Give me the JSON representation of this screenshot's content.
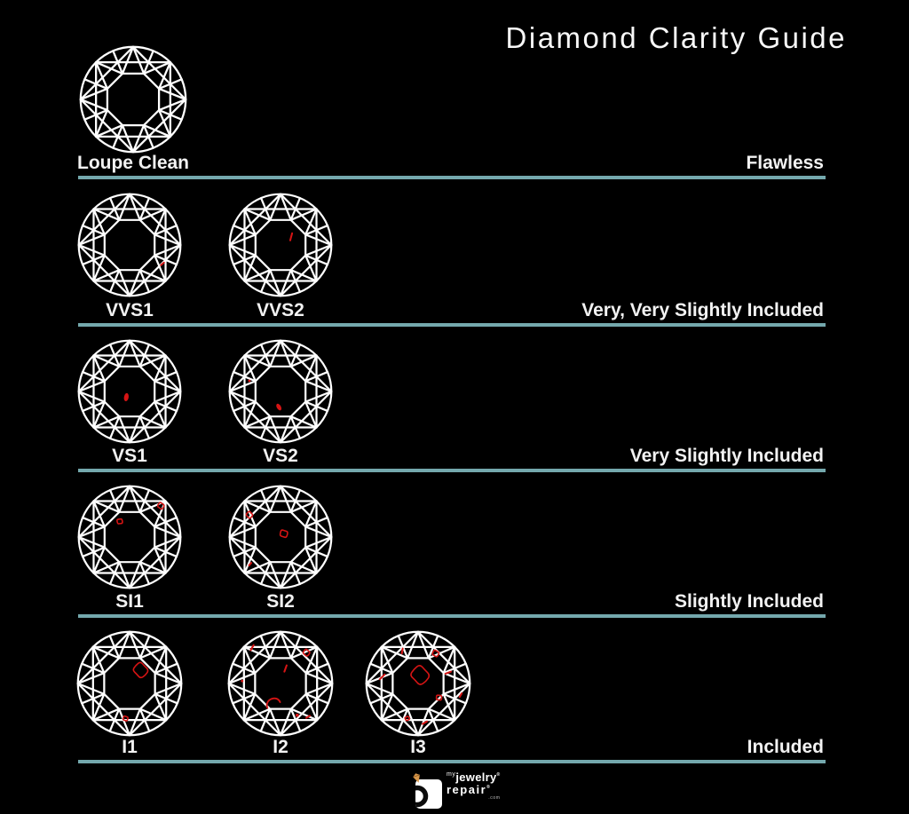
{
  "title": "Diamond Clarity Guide",
  "colors": {
    "background": "#000000",
    "rule": "#74a8ad",
    "diamond_stroke": "#ffffff",
    "inclusion": "#d61414",
    "text": "#f2f2f2",
    "logo_accent": "#d8974a"
  },
  "rows": [
    {
      "category": "Flawless",
      "diamonds": [
        {
          "grade": "Loupe Clean",
          "inclusions": []
        }
      ]
    },
    {
      "category": "Very, Very Slightly Included",
      "diamonds": [
        {
          "grade": "VVS1",
          "inclusions": [
            {
              "type": "dash",
              "x": 40,
              "y": 23,
              "size": 5,
              "rot": -40
            }
          ]
        },
        {
          "grade": "VVS2",
          "inclusions": [
            {
              "type": "dash",
              "x": 13,
              "y": -10,
              "size": 9,
              "rot": -75
            }
          ]
        }
      ]
    },
    {
      "category": "Very Slightly Included",
      "diamonds": [
        {
          "grade": "VS1",
          "inclusions": [
            {
              "type": "blob",
              "x": -4,
              "y": 7,
              "size": 10,
              "rot": 10
            }
          ]
        },
        {
          "grade": "VS2",
          "inclusions": [
            {
              "type": "dot",
              "x": -38,
              "y": -13,
              "size": 3
            },
            {
              "type": "blob",
              "x": -2,
              "y": 19,
              "size": 9,
              "rot": -30
            }
          ]
        }
      ]
    },
    {
      "category": "Slightly Included",
      "diamonds": [
        {
          "grade": "SI1",
          "inclusions": [
            {
              "type": "outline",
              "x": 38,
              "y": -38,
              "size": 9,
              "rot": 10
            },
            {
              "type": "outline",
              "x": -12,
              "y": -19,
              "size": 8,
              "rot": 55
            }
          ]
        },
        {
          "grade": "SI2",
          "inclusions": [
            {
              "type": "outline",
              "x": -38,
              "y": -27,
              "size": 9,
              "rot": 0
            },
            {
              "type": "outline",
              "x": 4,
              "y": -4,
              "size": 11,
              "rot": 30
            },
            {
              "type": "dash",
              "x": -37,
              "y": 33,
              "size": 4,
              "rot": -50
            }
          ]
        }
      ]
    },
    {
      "category": "Included",
      "diamonds": [
        {
          "grade": "I1",
          "inclusions": [
            {
              "type": "outline",
              "x": 13,
              "y": -16,
              "size": 20,
              "rot": 0
            },
            {
              "type": "outline",
              "x": -5,
              "y": 42,
              "size": 7,
              "rot": 25
            }
          ]
        },
        {
          "grade": "I2",
          "inclusions": [
            {
              "type": "dash",
              "x": -34,
              "y": -43,
              "size": 7,
              "rot": -60
            },
            {
              "type": "outline",
              "x": 31,
              "y": -37,
              "size": 9,
              "rot": 5
            },
            {
              "type": "dash",
              "x": 6,
              "y": -18,
              "size": 8,
              "rot": -70
            },
            {
              "type": "dot",
              "x": -46,
              "y": -3,
              "size": 3
            },
            {
              "type": "arc",
              "x": -9,
              "y": 23,
              "size": 17,
              "rot": -10
            },
            {
              "type": "dot",
              "x": 20,
              "y": 38,
              "size": 4
            },
            {
              "type": "dash",
              "x": 33,
              "y": 40,
              "size": 5,
              "rot": -30
            }
          ]
        },
        {
          "grade": "I3",
          "inclusions": [
            {
              "type": "dash",
              "x": -19,
              "y": -39,
              "size": 6,
              "rot": -80
            },
            {
              "type": "outline",
              "x": 21,
              "y": -36,
              "size": 9,
              "rot": 15
            },
            {
              "type": "outline",
              "x": 2,
              "y": -10,
              "size": 25,
              "rot": 0
            },
            {
              "type": "dash",
              "x": -43,
              "y": -8,
              "size": 8,
              "rot": -45
            },
            {
              "type": "dash",
              "x": 36,
              "y": -13,
              "size": 7,
              "rot": -20
            },
            {
              "type": "outline",
              "x": 25,
              "y": 17,
              "size": 8,
              "rot": 40
            },
            {
              "type": "dash",
              "x": 51,
              "y": 14,
              "size": 5,
              "rot": -60
            },
            {
              "type": "outline",
              "x": -13,
              "y": 42,
              "size": 6,
              "rot": 70
            },
            {
              "type": "dash",
              "x": 8,
              "y": 47,
              "size": 6,
              "rot": -30
            }
          ]
        }
      ]
    }
  ],
  "logo": {
    "prefix": "my",
    "word1": "jewelry",
    "word2": "repair",
    "mark": "®",
    "suffix": ".com"
  }
}
